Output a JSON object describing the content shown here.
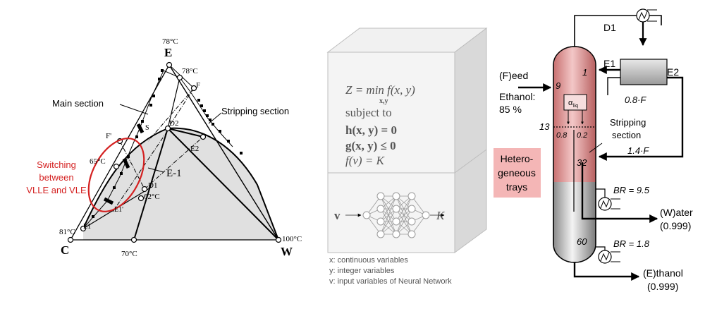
{
  "ternary": {
    "vertex_e": "E",
    "vertex_c": "C",
    "vertex_w": "W",
    "temp_e": "78°C",
    "temp_c": "81°C",
    "temp_w": "100°C",
    "temp_bottom": "70°C",
    "temp_d2": "78°C",
    "temp_left": "65°C",
    "temp_d1": "62°C",
    "label_f": "F",
    "label_fprime": "F'",
    "label_s": "S",
    "label_d2": "D2",
    "label_e2": "E2",
    "label_d1": "D1",
    "label_e1": "E1",
    "label_e1prime": "E1'",
    "label_e_minus_1": "E-1",
    "main_section": "Main section",
    "stripping_section": "Stripping section",
    "switching_line1": "Switching",
    "switching_line2": "between",
    "switching_line3": "VLLE and VLE",
    "accent_color": "#d42020"
  },
  "optimization": {
    "z_text": "Z = min f(x, y)",
    "min_sub": "x,y",
    "subject_to": "subject to",
    "h_text": "h(x, y) = 0",
    "g_text": "g(x, y) ≤ 0",
    "f_text": "f(v) = K",
    "nn_input": "v",
    "nn_output": "K",
    "legend_x": "x: continuous variables",
    "legend_y": "y: integer variables",
    "legend_v": "v: input variables of Neural Network"
  },
  "column": {
    "d1": "D1",
    "e1": "E1",
    "e2": "E2",
    "feed": "(F)eed",
    "ethanol_feed": "Ethanol:",
    "ethanol_pct": "85 %",
    "tray_1": "1",
    "tray_9": "9",
    "tray_13": "13",
    "tray_32": "32",
    "tray_60": "60",
    "alpha": "α",
    "alpha_sub": "liq",
    "split_08": "0.8",
    "split_02": "0.2",
    "ratio_08f": "0.8·F",
    "ratio_14f": "1.4·F",
    "stripping_line1": "Stripping",
    "stripping_line2": "section",
    "hetero_line1": "Hetero-",
    "hetero_line2": "geneous",
    "hetero_line3": "trays",
    "br_top": "BR = 9.5",
    "br_bottom": "BR = 1.8",
    "water": "(W)ater",
    "water_purity": "(0.999)",
    "ethanol_prod": "(E)thanol",
    "ethanol_purity": "(0.999)",
    "hetero_color": "#f4b6b6"
  }
}
